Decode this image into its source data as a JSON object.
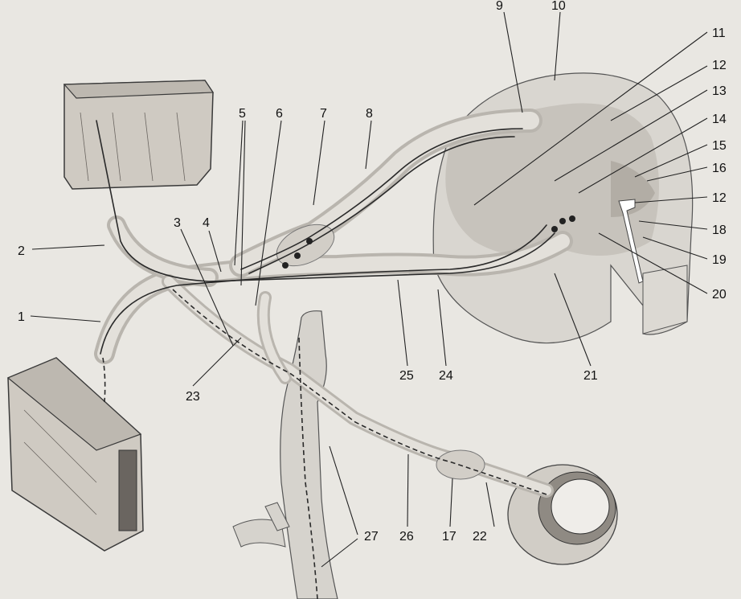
{
  "labels": [
    {
      "id": "1",
      "text": "1"
    },
    {
      "id": "2",
      "text": "2"
    },
    {
      "id": "3",
      "text": "3"
    },
    {
      "id": "4",
      "text": "4"
    },
    {
      "id": "5",
      "text": "5"
    },
    {
      "id": "6",
      "text": "6"
    },
    {
      "id": "7",
      "text": "7"
    },
    {
      "id": "8",
      "text": "8"
    },
    {
      "id": "9",
      "text": "9"
    },
    {
      "id": "10",
      "text": "10"
    },
    {
      "id": "11",
      "text": "11"
    },
    {
      "id": "12a",
      "text": "12"
    },
    {
      "id": "13",
      "text": "13"
    },
    {
      "id": "14",
      "text": "14"
    },
    {
      "id": "15",
      "text": "15"
    },
    {
      "id": "16",
      "text": "16"
    },
    {
      "id": "12b",
      "text": "12"
    },
    {
      "id": "18",
      "text": "18"
    },
    {
      "id": "19",
      "text": "19"
    },
    {
      "id": "20",
      "text": "20"
    },
    {
      "id": "21",
      "text": "21"
    },
    {
      "id": "22",
      "text": "22"
    },
    {
      "id": "23",
      "text": "23"
    },
    {
      "id": "24",
      "text": "24"
    },
    {
      "id": "25",
      "text": "25"
    },
    {
      "id": "26",
      "text": "26"
    },
    {
      "id": "17",
      "text": "17"
    },
    {
      "id": "27",
      "text": "27"
    }
  ]
}
